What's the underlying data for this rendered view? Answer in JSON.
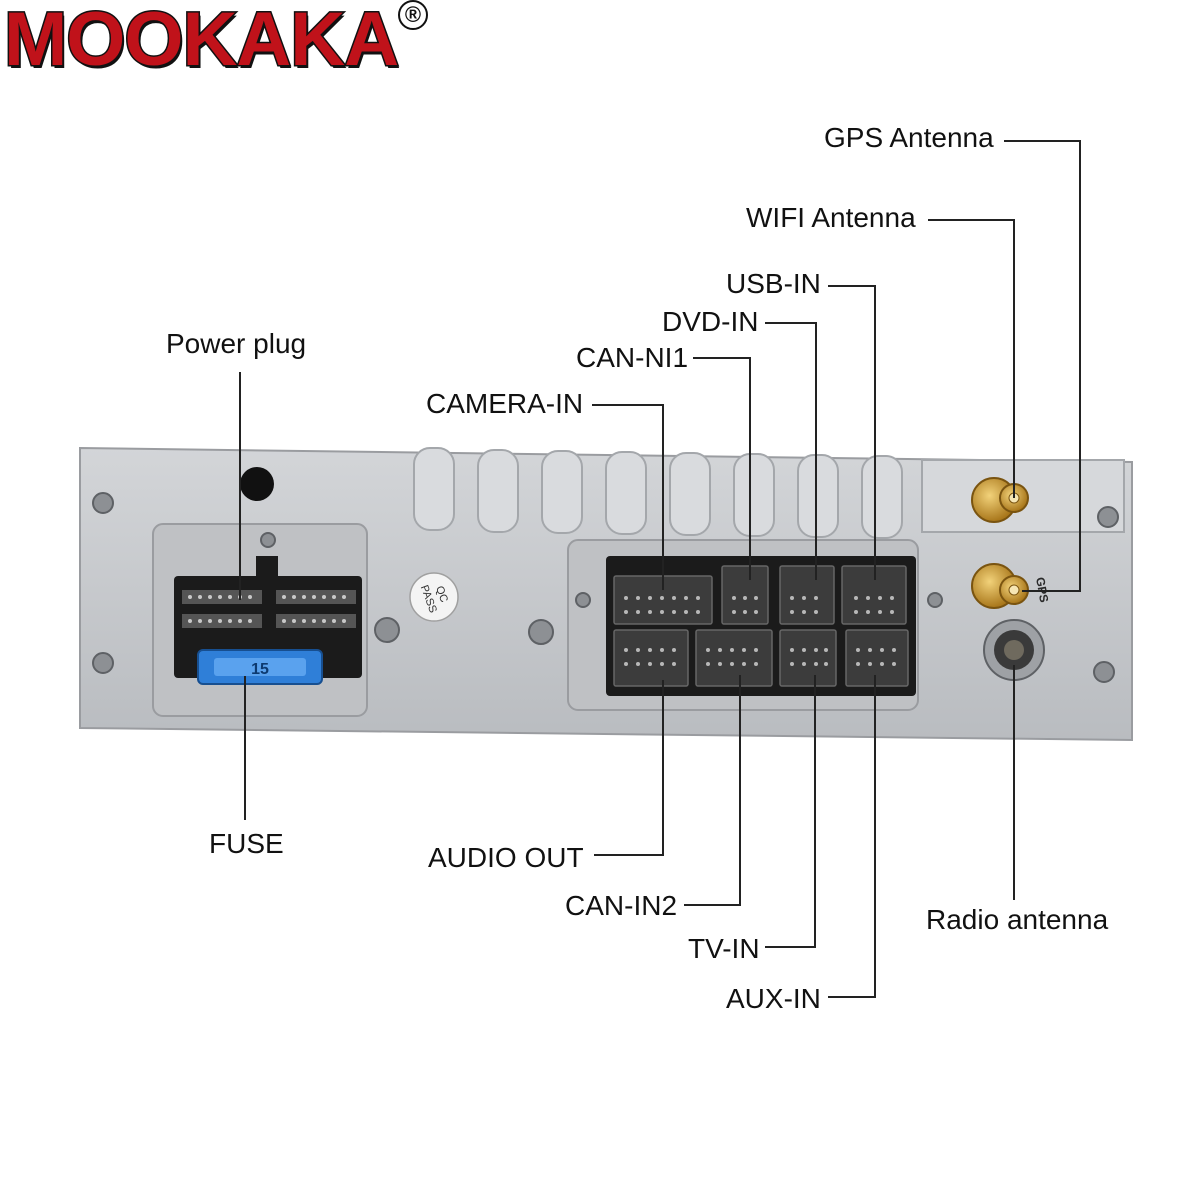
{
  "brand": {
    "name": "MOOKAKA",
    "mark": "®"
  },
  "product_marks": {
    "qc": "QC",
    "pass": "PASS",
    "fuse_value": "15",
    "port_code": "GPS"
  },
  "labels": {
    "gps_antenna": "GPS Antenna",
    "wifi_antenna": "WIFI Antenna",
    "usb_in": "USB-IN",
    "dvd_in": "DVD-IN",
    "can_ni1": "CAN-NI1",
    "camera_in": "CAMERA-IN",
    "power_plug": "Power plug",
    "fuse": "FUSE",
    "audio_out": "AUDIO OUT",
    "can_in2": "CAN-IN2",
    "tv_in": "TV-IN",
    "aux_in": "AUX-IN",
    "radio_antenna": "Radio antenna"
  },
  "colors": {
    "brand_red": "#c0121a",
    "panel": "#c9cbce",
    "connector": "#1b1b1b",
    "fuse": "#2f7fd8",
    "gold": "#c8961e"
  }
}
